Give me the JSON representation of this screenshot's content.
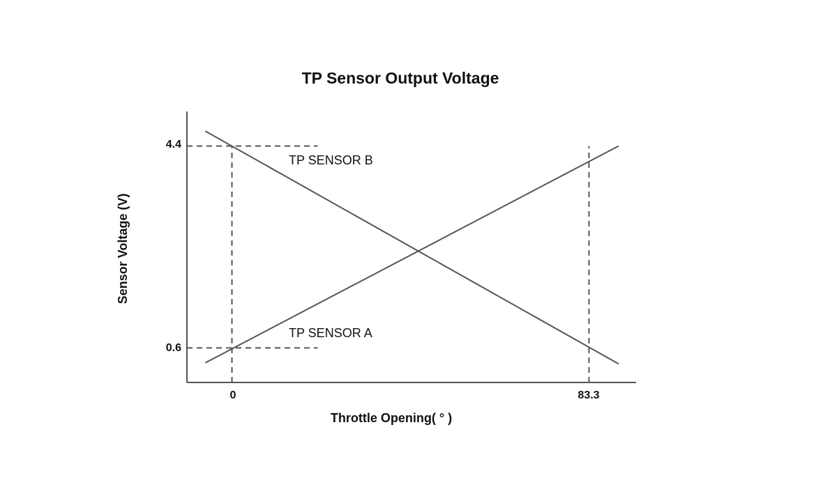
{
  "chart_data": {
    "type": "line",
    "title": "TP Sensor Output Voltage",
    "xlabel": "Throttle Opening( ° )",
    "ylabel": "Sensor Voltage (V)",
    "x_ticks": [
      "0",
      "83.3"
    ],
    "y_ticks": [
      "4.4",
      "0.6"
    ],
    "xlim": [
      -10.5,
      94.3
    ],
    "ylim": [
      -0.05,
      5.05
    ],
    "grid": false,
    "series": [
      {
        "name": "TP SENSOR A",
        "x": [
          -6.2,
          90.2
        ],
        "y": [
          0.32,
          4.4
        ]
      },
      {
        "name": "TP SENSOR B",
        "x": [
          -6.2,
          90.2
        ],
        "y": [
          4.68,
          0.3
        ]
      }
    ],
    "reference_lines": [
      {
        "orientation": "vertical",
        "value": 0,
        "from": -0.05,
        "to": 4.4
      },
      {
        "orientation": "vertical",
        "value": 83.3,
        "from": -0.05,
        "to": 4.4
      },
      {
        "orientation": "horizontal",
        "value": 4.4,
        "from": -10.5,
        "to": 20
      },
      {
        "orientation": "horizontal",
        "value": 0.6,
        "from": -10.5,
        "to": 20
      }
    ],
    "colors": {
      "line": "#555555",
      "axis": "#555555",
      "reference": "#555555",
      "text": "#111111"
    }
  }
}
